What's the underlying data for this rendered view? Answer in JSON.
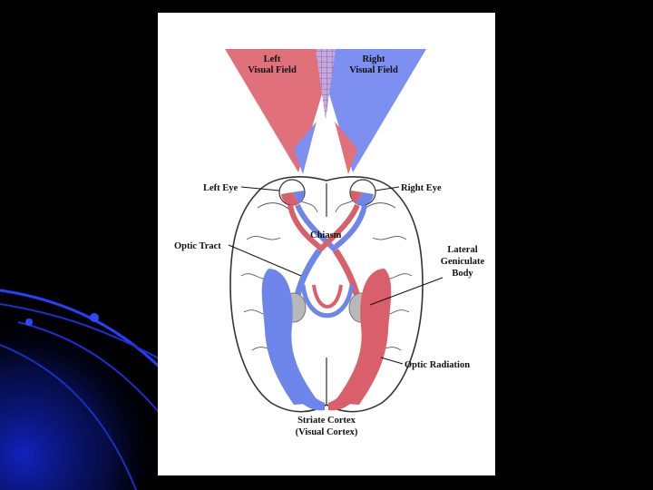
{
  "slide": {
    "background": "#000000",
    "accent": "#1a2fd6",
    "card_background": "#ffffff"
  },
  "diagram": {
    "colors": {
      "left_field": "#e0707a",
      "right_field": "#7d8ff0",
      "nerve_red": "#d9606a",
      "nerve_blue": "#6e86ea",
      "brain_outline": "#333333",
      "nucleus": "#b8b8b8"
    },
    "labels": {
      "left_visual_field": [
        "Left",
        "Visual Field"
      ],
      "right_visual_field": [
        "Right",
        "Visual Field"
      ],
      "left_eye": "Left Eye",
      "right_eye": "Right Eye",
      "chiasm": "Chiasm",
      "optic_tract": "Optic Tract",
      "lateral_geniculate_body": [
        "Lateral",
        "Geniculate",
        "Body"
      ],
      "optic_radiation": "Optic Radiation",
      "striate_cortex": [
        "Striate Cortex",
        "(Visual Cortex)"
      ]
    }
  }
}
